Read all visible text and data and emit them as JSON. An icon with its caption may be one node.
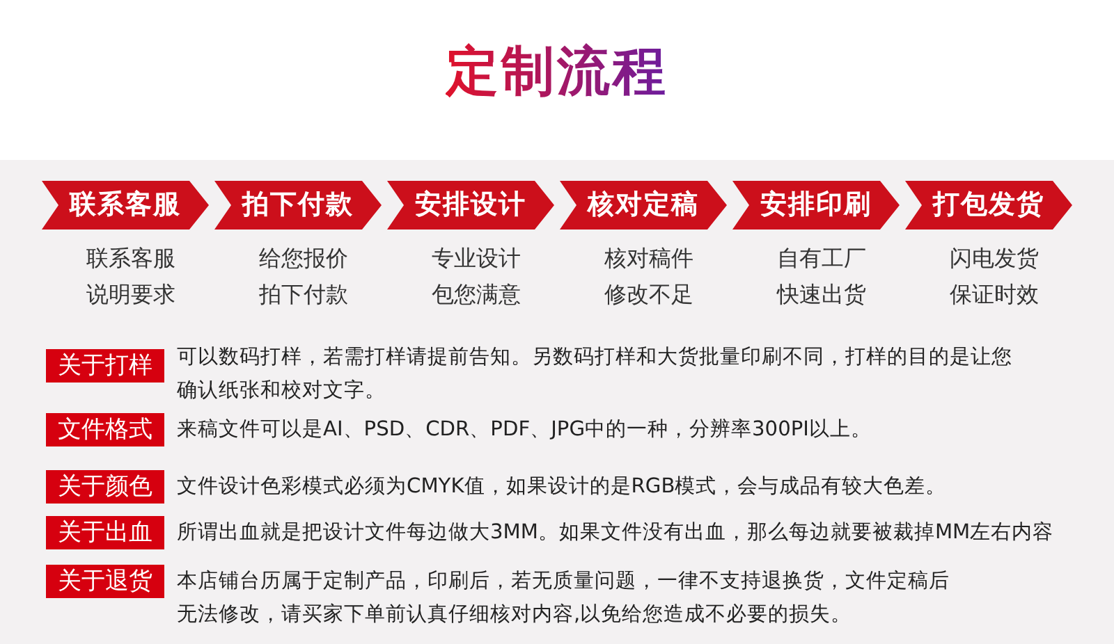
{
  "diagram": {
    "title": "定制流程",
    "nodes": [
      {
        "text": [
          "联系客服"
        ],
        "beside": [
          "联系客服",
          "说明要求"
        ]
      },
      {
        "text": [
          "拍下付款"
        ],
        "beside": [
          "给您报价",
          "拍下付款"
        ]
      },
      {
        "text": [
          "安排设计"
        ],
        "beside": [
          "专业设计",
          "包您满意"
        ]
      },
      {
        "text": [
          "核对定稿"
        ],
        "beside": [
          "核对稿件",
          "修改不足"
        ]
      },
      {
        "text": [
          "安排印刷"
        ],
        "beside": [
          "自有工厂",
          "快速出货"
        ]
      },
      {
        "text": [
          "打包发货"
        ],
        "beside": [
          "闪电发货",
          "保证时效"
        ]
      },
      {
        "text": [
          "关于打样"
        ],
        "beside": [
          "可以数码打样，若需打样请提前告知。另数码打样和大货批量印刷不同，打样的目的是让您确认纸张和校对文字。"
        ]
      },
      {
        "text": [
          "文件格式"
        ],
        "beside": [
          "来稿文件可以是AI、PSD、CDR、PDF、JPG中的一种，分辨率300PI以上。"
        ]
      },
      {
        "text": [
          "关于颜色"
        ],
        "beside": [
          "文件设计色彩模式必须为CMYK值，如果设计的是RGB模式，会与成品有较大色差。"
        ]
      },
      {
        "text": [
          "关于出血"
        ],
        "beside": [
          "所谓出血就是把设计文件每边做大3MM。如果文件没有出血，那么每边就要被裁掉MM左右内容"
        ]
      },
      {
        "text": [
          "关于退货"
        ],
        "beside": [
          "本店铺台历属于定制产品，印刷后，若无质量问题，一律不支持退换货，文件定稿后无法修改，请买家下单前认真仔细核对内容,以免给您造成不必要的损失。"
        ]
      }
    ]
  }
}
